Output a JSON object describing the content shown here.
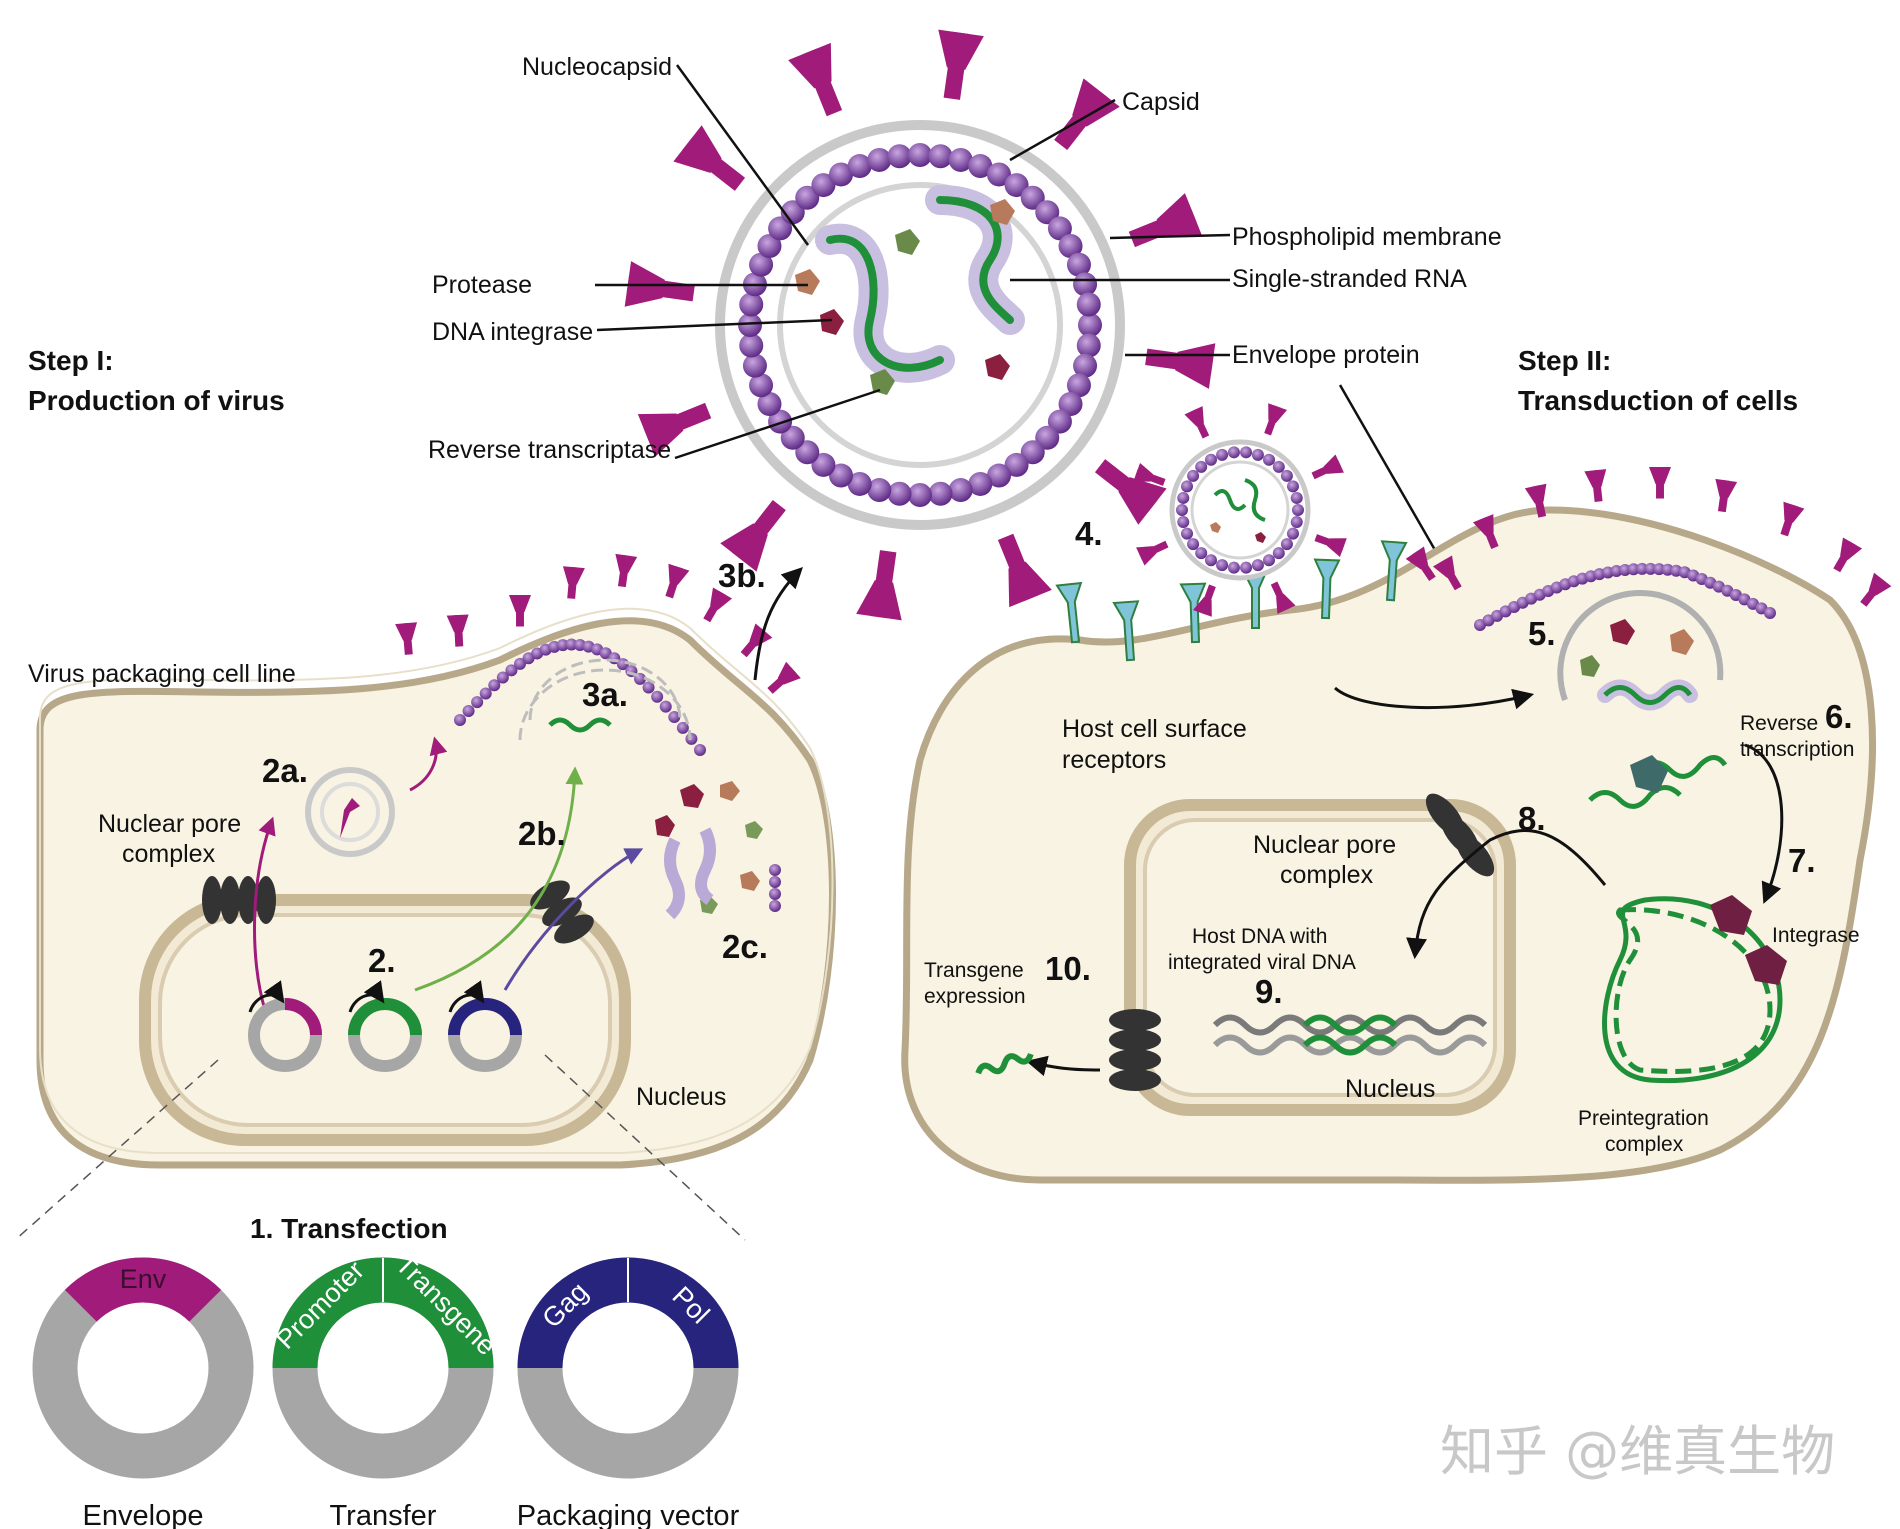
{
  "steps": {
    "step1_line1": "Step I:",
    "step1_line2": "Production of virus",
    "step2_line1": "Step  II:",
    "step2_line2": "Transduction of cells"
  },
  "virion_labels": {
    "nucleocapsid": "Nucleocapsid",
    "capsid": "Capsid",
    "phospholipid": "Phospholipid membrane",
    "ssrna": "Single-stranded RNA",
    "protease": "Protease",
    "integrase": "DNA integrase",
    "envelope_protein": "Envelope protein",
    "rt": "Reverse transcriptase"
  },
  "left_cell": {
    "title": "Virus packaging cell line",
    "npc_line1": "Nuclear pore",
    "npc_line2": "complex",
    "nucleus": "Nucleus",
    "s2a": "2a.",
    "s2b": "2b.",
    "s2c": "2c.",
    "s2": "2.",
    "s3a": "3a.",
    "s3b": "3b."
  },
  "right_cell": {
    "s4": "4.",
    "s5": "5.",
    "s6": "6.",
    "s7": "7.",
    "s8": "8.",
    "s9": "9.",
    "s10": "10.",
    "receptors_line1": "Host cell surface",
    "receptors_line2": "receptors",
    "rt_line1": "Reverse",
    "rt_line2": "transcription",
    "integrase": "Integrase",
    "npc_line1": "Nuclear pore",
    "npc_line2": "complex",
    "hostdna_line1": "Host DNA with",
    "hostdna_line2": "integrated viral DNA",
    "transgene_line1": "Transgene",
    "transgene_line2": "expression",
    "nucleus": "Nucleus",
    "pic_line1": "Preintegration",
    "pic_line2": "complex"
  },
  "transfection": {
    "title": "1.  Transfection",
    "plasmids": [
      {
        "name": "Envelope",
        "segments": [
          "Env"
        ]
      },
      {
        "name": "Transfer",
        "segments": [
          "Promoter",
          "Transgene"
        ]
      },
      {
        "name": "Packaging vector",
        "segments": [
          "Gag",
          "Pol"
        ]
      }
    ]
  },
  "watermark": "知乎 @维真生物",
  "colors": {
    "cytoplasm": "#f8f3e2",
    "membrane": "#b8a88a",
    "magenta": "#a11b7a",
    "green": "#1f8f3a",
    "navy": "#27247e",
    "grey": "#a6a6a6",
    "purple": "#7b3fa0",
    "receptor": "#7fc4d8"
  }
}
